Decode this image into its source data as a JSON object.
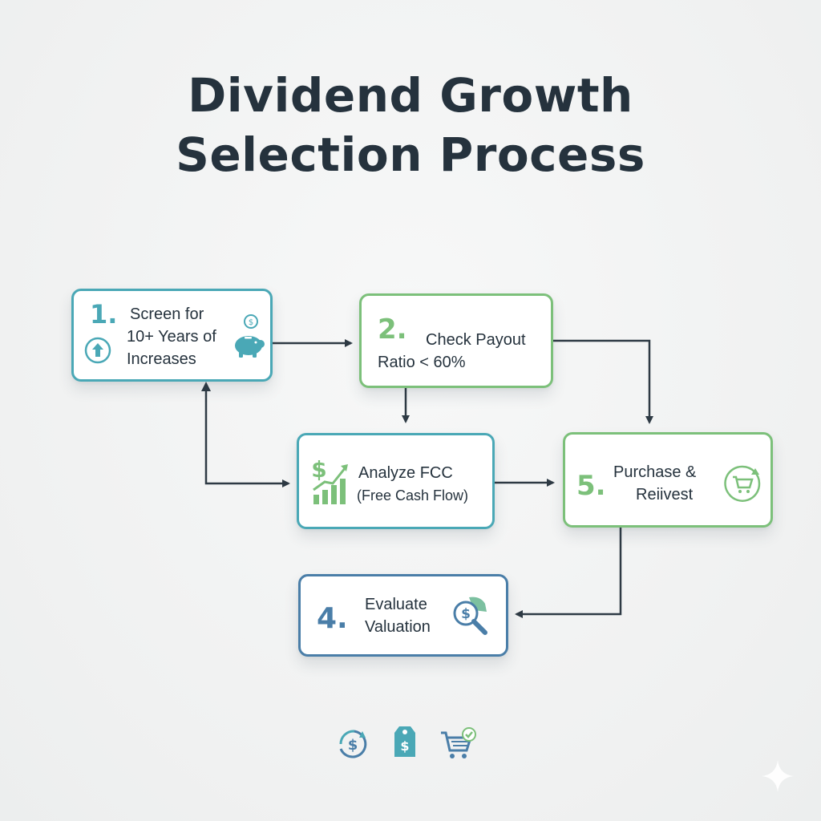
{
  "title": {
    "line1": "Dividend Growth",
    "line2": "Selection Process"
  },
  "steps": [
    {
      "number": "1.",
      "lines": [
        "Screen for",
        "10+ Years of",
        "Increases"
      ],
      "icon": "piggy-bank-coin-icon",
      "sub_icon": "up-arrow-circle-icon",
      "color": "#4aa8b6"
    },
    {
      "number": "2.",
      "lines": [
        "Check Payout",
        "Ratio < 60%"
      ],
      "color": "#7cc07a"
    },
    {
      "number": "",
      "lines": [
        "Analyze FCC",
        "(Free Cash Flow)"
      ],
      "icon": "dollar-growth-bars-icon",
      "color": "#4aa8b6"
    },
    {
      "number": "5.",
      "lines": [
        "Purchase &",
        "Reiivest"
      ],
      "icon": "cart-cycle-icon",
      "color": "#7cc07a"
    },
    {
      "number": "4.",
      "lines": [
        "Evaluate",
        "Valuation"
      ],
      "icon": "dollar-magnifier-icon",
      "color": "#4a7ea8"
    }
  ],
  "bottom_icons": [
    "dollar-cycle-icon",
    "price-tag-icon",
    "cart-check-icon"
  ],
  "colors": {
    "teal": "#4aa8b6",
    "green": "#7cc07a",
    "blue": "#4a7ea8",
    "arrow": "#2e3a44"
  }
}
